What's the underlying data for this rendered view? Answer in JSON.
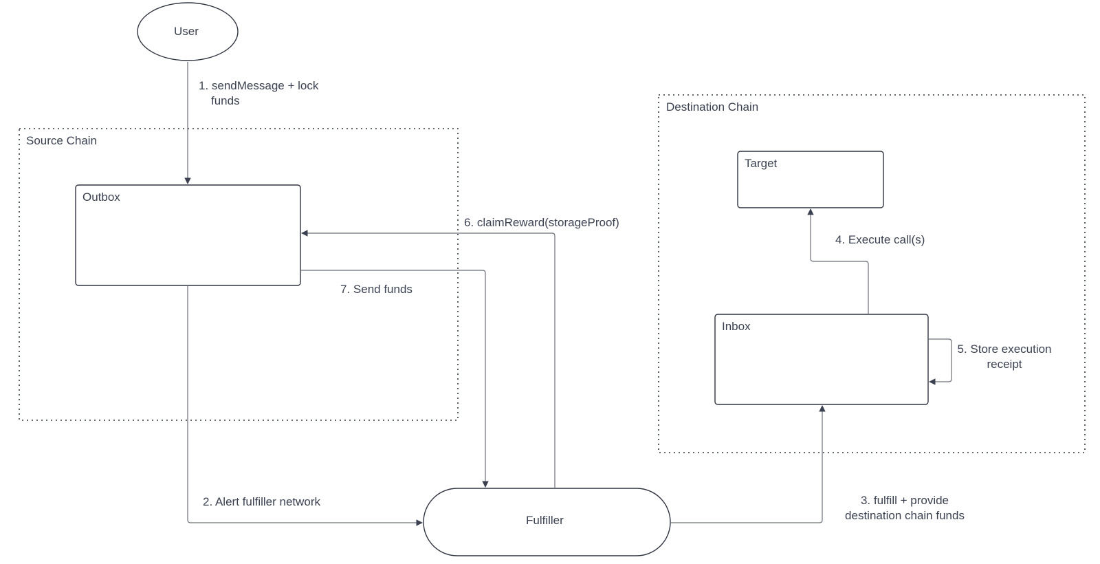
{
  "source_chain": {
    "label": "Source Chain"
  },
  "destination_chain": {
    "label": "Destination Chain"
  },
  "nodes": {
    "user": "User",
    "outbox": "Outbox",
    "fulfiller": "Fulfiller",
    "inbox": "Inbox",
    "target": "Target"
  },
  "edges": {
    "step1_line1": "1. sendMessage + lock",
    "step1_line2": "funds",
    "step2": "2. Alert fulfiller network",
    "step3_line1": "3. fulfill + provide",
    "step3_line2": "destination chain funds",
    "step4": "4. Execute call(s)",
    "step5_line1": "5. Store execution",
    "step5_line2": "receipt",
    "step6": "6. claimReward(storageProof)",
    "step7": "7. Send funds"
  },
  "colors": {
    "stroke": "#2f3440",
    "connector": "#6b6f78",
    "text": "#3b4150"
  }
}
